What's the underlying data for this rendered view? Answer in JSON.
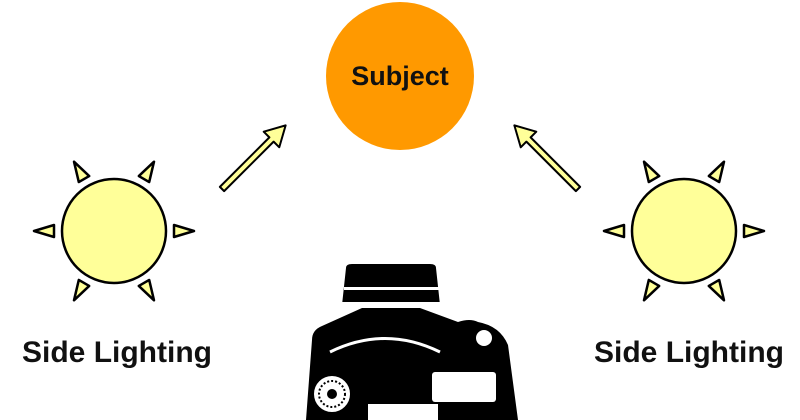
{
  "subject": {
    "label": "Subject",
    "fill": "#FF9900"
  },
  "lights": {
    "left": {
      "label": "Side Lighting"
    },
    "right": {
      "label": "Side Lighting"
    },
    "fill": "#FFFF99",
    "stroke": "#000000"
  },
  "arrows": {
    "fill": "#FFFF99"
  },
  "camera": {
    "icon": "camera-icon",
    "fill": "#000000"
  }
}
